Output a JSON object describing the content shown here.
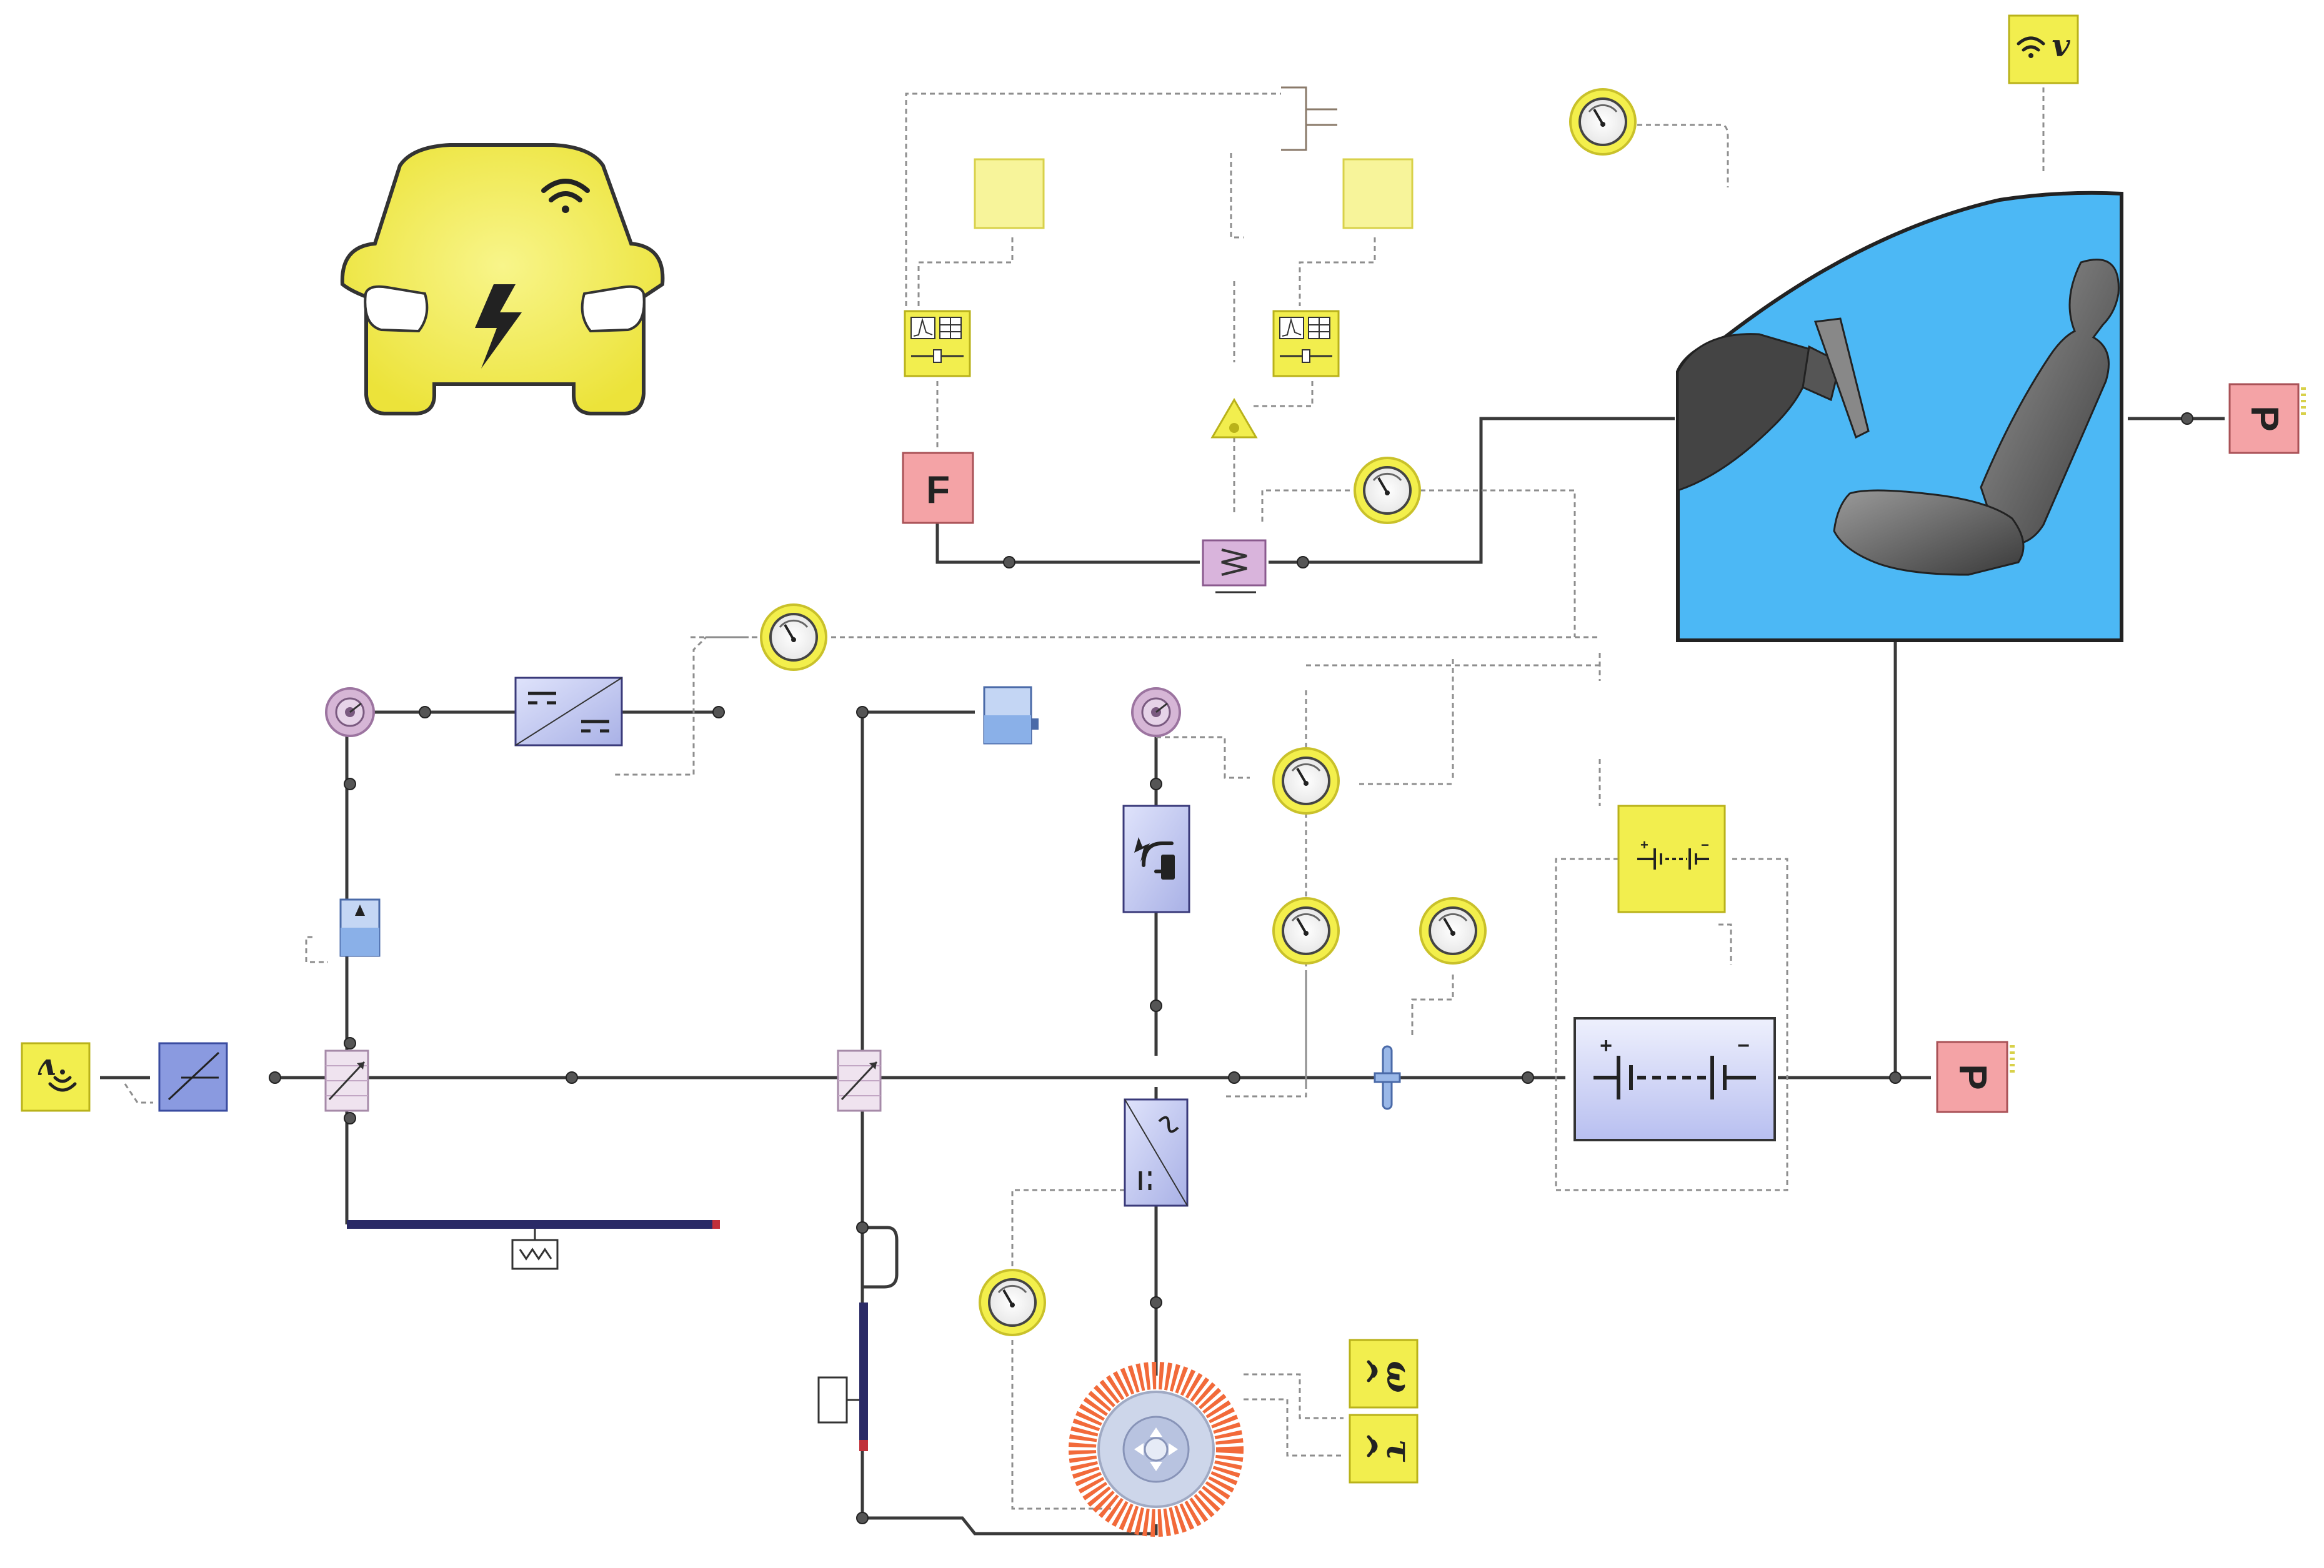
{
  "diagram": {
    "colors": {
      "signal_yellow": "#f2ee4e",
      "signal_border": "#b9b21a",
      "pink_block": "#f4a3a6",
      "cabin_blue": "#4cb8f5",
      "converter_blue": "#bfc5ef",
      "wire": "#333333",
      "dashed_wire": "#8a8a8a",
      "motor_orange": "#f26a3a"
    },
    "labels": {
      "force_source": "F",
      "power_source_top": "P",
      "power_source_bottom": "P",
      "speed_sensor": "v",
      "speed_input": "v",
      "angular_speed_output": "ω",
      "torque_output": "τ"
    },
    "icons": [
      "electric-car-logo",
      "wifi-signal-icon",
      "lightning-bolt-icon",
      "meter-gauge-icon",
      "dc-dc-converter-icon",
      "dc-ac-inverter-icon",
      "battery-pack-icon",
      "charger-plug-icon",
      "electric-motor-icon",
      "car-cabin-seat-icon",
      "mechanical-gear-icon",
      "heat-pump-icon",
      "controller-chart-icon"
    ]
  }
}
